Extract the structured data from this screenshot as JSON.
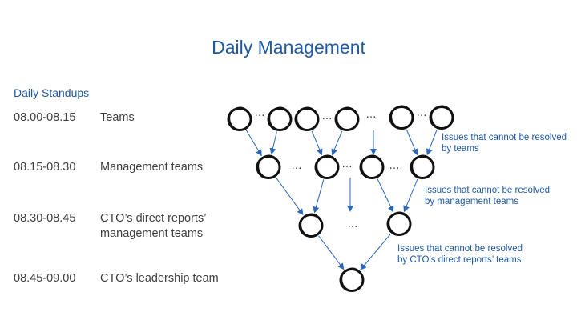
{
  "title": "Daily Management",
  "section_heading": "Daily Standups",
  "schedule": [
    {
      "time": "08.00-08.15",
      "label_lines": [
        "Teams"
      ]
    },
    {
      "time": "08.15-08.30",
      "label_lines": [
        "Management teams"
      ]
    },
    {
      "time": "08.30-08.45",
      "label_lines": [
        "CTO’s direct reports’",
        "management teams"
      ]
    },
    {
      "time": "08.45-09.00",
      "label_lines": [
        "CTO’s leadership team"
      ]
    }
  ],
  "escalation_notes": [
    [
      "Issues that cannot be resolved",
      "by teams"
    ],
    [
      "Issues that cannot be resolved",
      "by management teams"
    ],
    [
      "Issues that cannot be resolved",
      "by CTO’s direct reports’ teams"
    ]
  ],
  "ellipsis": "…",
  "colors": {
    "accent": "#1f5aa6",
    "text": "#404040",
    "node": "#111111",
    "arrow": "#2a67b8"
  }
}
